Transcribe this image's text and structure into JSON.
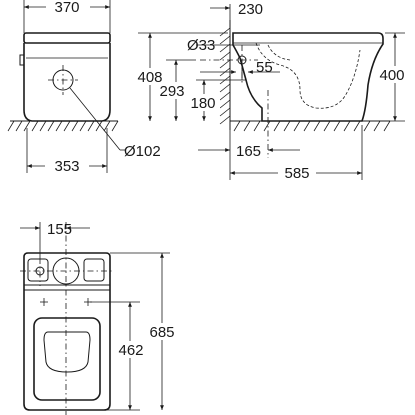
{
  "dimensions": {
    "front_width": "370",
    "front_height": "408",
    "cistern_height": "293",
    "outlet_height": "180",
    "base_width": "353",
    "outlet_diameter": "102",
    "wall_offset": "230",
    "inlet_diameter": "33",
    "inlet_offset": "55",
    "side_height": "400",
    "outlet_to_wall": "165",
    "total_depth": "585",
    "top_spacing": "155",
    "bowl_depth": "462",
    "total_length": "685"
  },
  "symbols": {
    "diameter": "Ø"
  }
}
